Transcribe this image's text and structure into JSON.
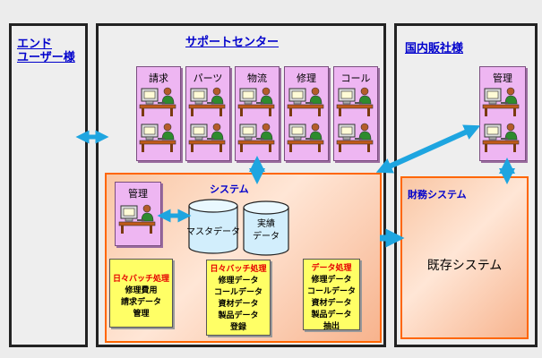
{
  "end_user": {
    "title_line1": "エンド",
    "title_line2": "ユーザー様"
  },
  "support_center": {
    "title": "サポートセンター",
    "teams": [
      "請求",
      "パーツ",
      "物流",
      "修理",
      "コール"
    ],
    "system": {
      "title": "システム",
      "admin_label": "管理",
      "db1": "マスタデータ",
      "db2_line1": "実績",
      "db2_line2": "データ",
      "batch_left": {
        "header": "日々バッチ処理",
        "lines": [
          "修理費用",
          "請求データ",
          "管理"
        ]
      },
      "batch_mid": {
        "header": "日々バッチ処理",
        "lines": [
          "修理データ",
          "コールデータ",
          "資材データ",
          "製品データ",
          "登録"
        ]
      },
      "batch_right": {
        "header": "データ処理",
        "lines": [
          "修理データ",
          "コールデータ",
          "資材データ",
          "製品データ",
          "抽出"
        ]
      }
    }
  },
  "domestic": {
    "title": "国内販社様",
    "admin_label": "管理",
    "finance": {
      "title": "財務システム",
      "legacy": "既存システム"
    }
  },
  "colors": {
    "panel_border": "#222222",
    "title_blue": "#0000cc",
    "orange_border": "#ff6600",
    "arrow": "#1ea5e0",
    "card_pink": "#eeb6f2",
    "note_yellow": "#ffff66"
  },
  "icons": [
    "operator-icon",
    "database-icon",
    "double-arrow-icon"
  ]
}
